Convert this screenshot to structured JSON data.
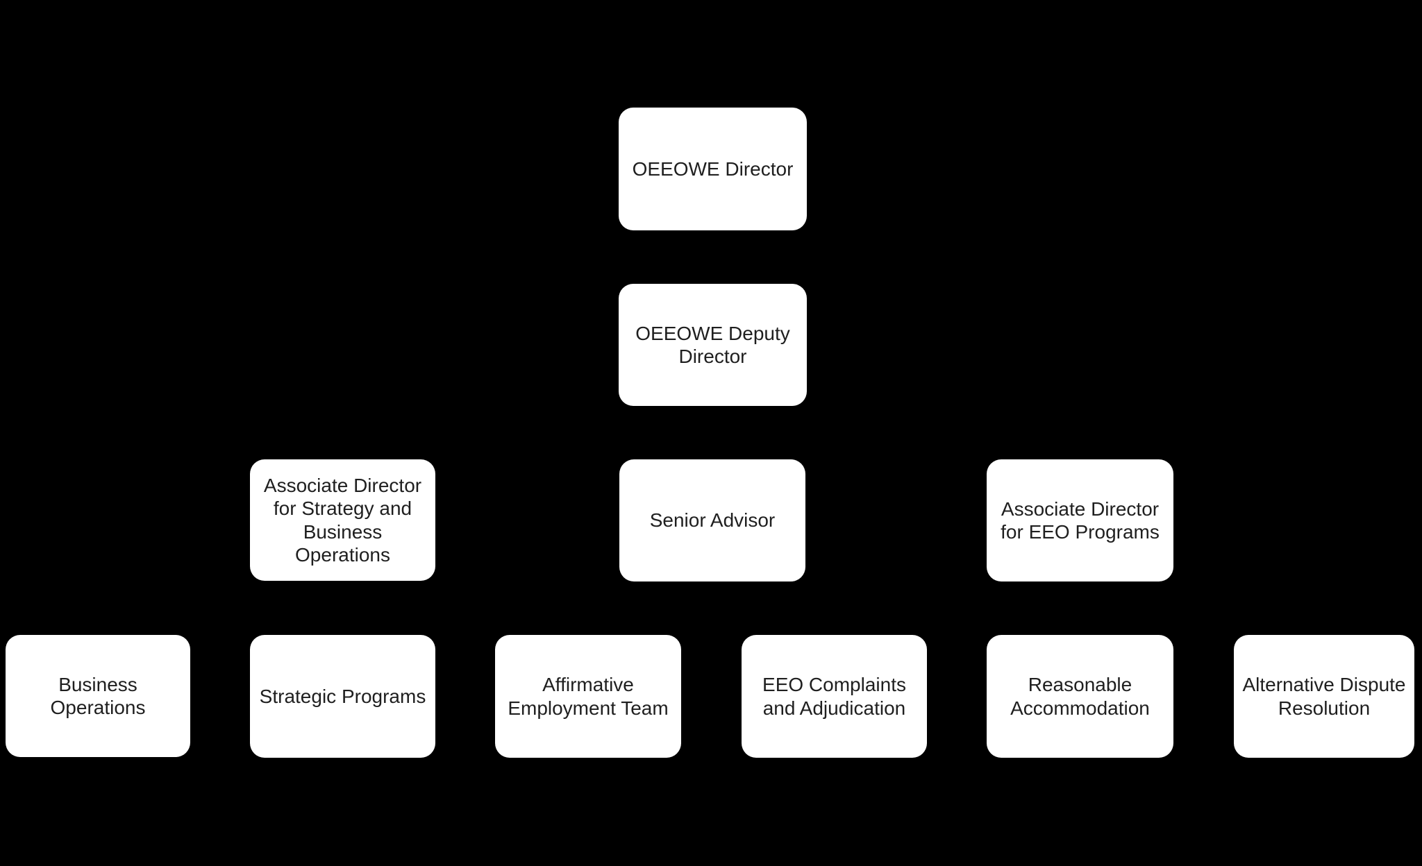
{
  "diagram": {
    "type": "org-chart",
    "background_color": "#000000",
    "node_fill_color": "#ffffff",
    "node_text_color": "#1f1f1f"
  },
  "nodes": [
    {
      "id": "oeeowe-director",
      "label": "OEEOWE Director"
    },
    {
      "id": "oeeowe-deputy-director",
      "label": "OEEOWE Deputy Director"
    },
    {
      "id": "associate-director-strategy",
      "label": "Associate Director for Strategy and Business Operations"
    },
    {
      "id": "senior-advisor",
      "label": "Senior Advisor"
    },
    {
      "id": "associate-director-eeo-programs",
      "label": "Associate Director for EEO Programs"
    },
    {
      "id": "business-operations",
      "label": "Business Operations"
    },
    {
      "id": "strategic-programs",
      "label": "Strategic Programs"
    },
    {
      "id": "affirmative-employment-team",
      "label": "Affirmative Employment Team"
    },
    {
      "id": "eeo-complaints-and-adjudication",
      "label": "EEO Complaints and Adjudication"
    },
    {
      "id": "reasonable-accommodation",
      "label": "Reasonable Accommodation"
    },
    {
      "id": "alternative-dispute-resolution",
      "label": "Alternative Dispute Resolution"
    }
  ]
}
